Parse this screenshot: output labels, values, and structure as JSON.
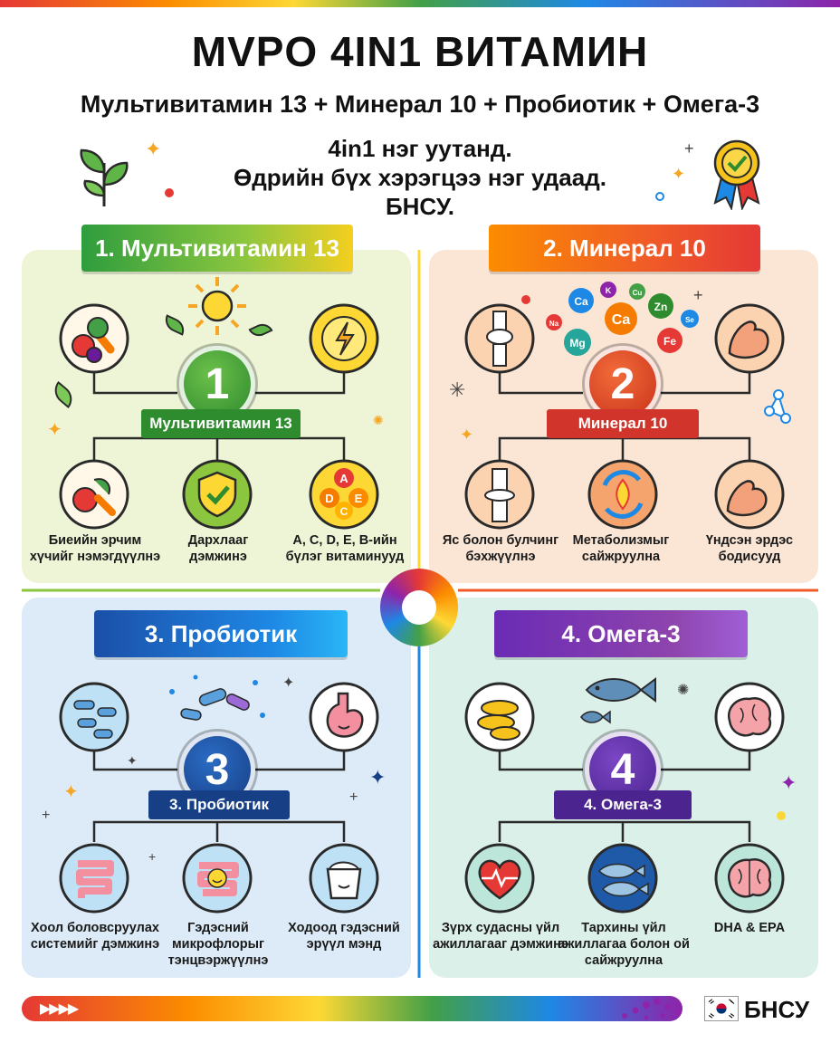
{
  "header": {
    "title": "MVPO 4IN1 ВИТАМИН",
    "subtitle": "Мультивитамин 13 + Минерал 10 + Пробиотик + Омега-3",
    "tagline_line1": "4in1 нэг уутанд.",
    "tagline_line2": "Өдрийн бүх хэрэгцээ нэг удаад.",
    "tagline_line3": "БНСУ."
  },
  "sections": [
    {
      "ribbon": "1. Мультивитамин 13",
      "hub_number": "1",
      "hub_label": "Мультивитамин 13",
      "color": "#2e8b2e",
      "captions": [
        "Биеийн эрчим хүчийг нэмэгдүүлнэ",
        "Дархлааг дэмжинэ",
        "A, C, D, E, B-ийн бүлэг витаминууд"
      ]
    },
    {
      "ribbon": "2. Минерал 10",
      "hub_number": "2",
      "hub_label": "Минерал 10",
      "color": "#d0342a",
      "minerals": [
        "Ca",
        "K",
        "Cu",
        "Ca",
        "Zn",
        "Na",
        "Mg",
        "Fe",
        "Se"
      ],
      "captions": [
        "Яс болон булчинг бэхжүүлнэ",
        "Метаболизмыг сайжруулна",
        "Үндсэн эрдэс бодисууд"
      ]
    },
    {
      "ribbon": "3. Пробиотик",
      "hub_number": "3",
      "hub_label": "3. Пробиотик",
      "color": "#173f86",
      "captions": [
        "Хоол боловсруулах системийг дэмжинэ",
        "Гэдэсний микрофлорыг тэнцвэржүүлнэ",
        "Ходоод гэдэсний эрүүл мэнд"
      ]
    },
    {
      "ribbon": "4. Омега-3",
      "hub_number": "4",
      "hub_label": "4. Омега-3",
      "color": "#4c248f",
      "captions": [
        "Зүрх судасны үйл ажиллагааг дэмжинэ",
        "Тархины үйл ажиллагаа болон ой сайжруулна",
        "DHA & EPA"
      ]
    }
  ],
  "vitamin_letters": [
    "A",
    "C",
    "D",
    "E"
  ],
  "footer": {
    "arrows": "▶▶▶▶",
    "brand": "БНСУ"
  },
  "icons": {
    "q1": [
      "vegetables-icon",
      "sun-icon",
      "energy-icon",
      "produce-icon",
      "shield-icon",
      "vitamin-letters-icon"
    ],
    "q2": [
      "joint-icon",
      "minerals-icon",
      "muscle-icon",
      "bone-icon",
      "metabolism-icon",
      "arm-icon"
    ],
    "q3": [
      "bacteria-icon",
      "stomach-icon",
      "intestine-icon",
      "happy-gut-icon",
      "yogurt-icon"
    ],
    "q4": [
      "capsules-icon",
      "fish-icon",
      "brain-icon",
      "heart-icon",
      "fish-plate-icon"
    ]
  }
}
